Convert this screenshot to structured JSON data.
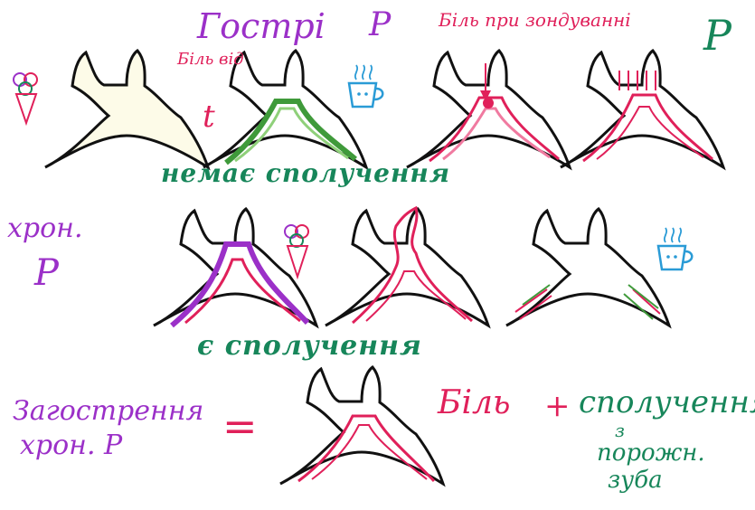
{
  "labels": {
    "acute": "Гострі",
    "p_acute": "Р",
    "probe_pain": "Біль при зондуванні",
    "p_probe": "Р",
    "pain_from": "Біль від",
    "t": "t",
    "no_connection": "немає сполучення",
    "chronic": "хрон.",
    "p_chronic": "Р",
    "connection": "є сполучення",
    "exacerbation_1": "Загострення",
    "exacerbation_2": "хрон. Р",
    "equals": "=",
    "pain": "Біль",
    "plus": "+",
    "connection_2": "сполучення",
    "z": "з",
    "cavity": "порожн.",
    "tooth": "зуба"
  },
  "colors": {
    "outline": "#111111",
    "pulp_pink": "#e0205a",
    "pulp_green": "#3f9a3a",
    "pulp_purple": "#9b30c8",
    "label_purple": "#9b30c8",
    "label_pink": "#e0205a",
    "label_green": "#17865a",
    "healthy_fill": "#fdfbe8"
  },
  "icons": [
    "ice-cream-icon",
    "hot-cup-icon",
    "arrow-down-icon"
  ]
}
